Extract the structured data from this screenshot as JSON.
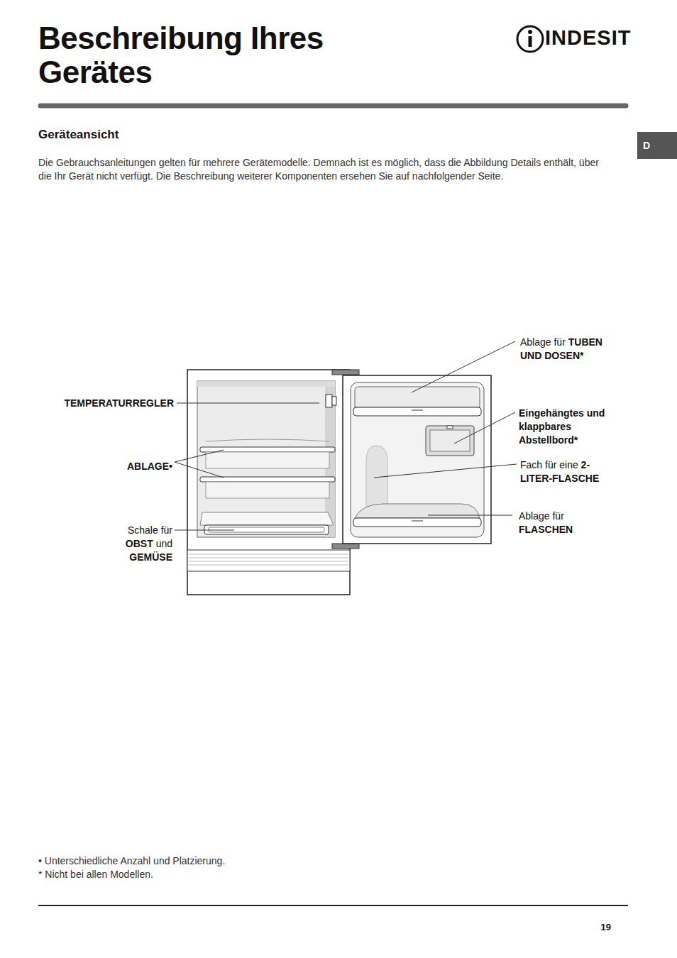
{
  "diagram": {
    "title": "Beschreibung Ihres Gerätes",
    "nodes": [
      {
        "text": [
          "D"
        ]
      }
    ],
    "labels": [
      "INDESIT",
      "Geräteansicht",
      "Die Gebrauchsanleitungen gelten für mehrere Gerätemodelle. Demnach ist es möglich, dass die Abbildung Details enthält, über die Ihr Gerät nicht verfügt. Die Beschreibung weiterer Komponenten ersehen Sie auf nachfolgender Seite.",
      "Ablage für TUBEN UND DOSEN*",
      "TEMPERATURREGLER",
      "Eingehängtes und klappbares Abstellbord*",
      "ABLAGE•",
      "Fach für eine 2- LITER-FLASCHE",
      "Ablage für FLASCHEN",
      "Schale für OBST und GEMÜSE",
      "• Unterschiedliche Anzahl und Platzierung.",
      "* Nicht bei allen Modellen.",
      "19"
    ]
  }
}
